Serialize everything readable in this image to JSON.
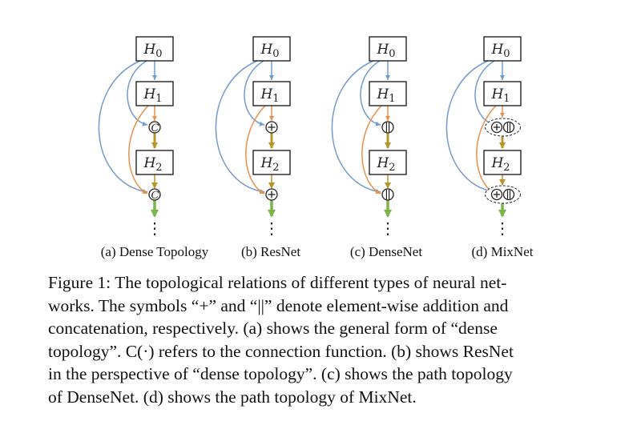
{
  "colors": {
    "blue": "#6f9bd1",
    "orange": "#e8914a",
    "gold": "#b8952a",
    "green": "#7ab648",
    "ink": "#222222"
  },
  "panels": [
    {
      "id": "a",
      "caption": "(a) Dense Topology",
      "operator": "C",
      "mix": false
    },
    {
      "id": "b",
      "caption": "(b) ResNet",
      "operator": "+",
      "mix": false
    },
    {
      "id": "c",
      "caption": "(c) DenseNet",
      "operator": "||",
      "mix": false
    },
    {
      "id": "d",
      "caption": "(d) MixNet",
      "operator": "+||",
      "mix": true
    }
  ],
  "nodes": [
    {
      "base": "H",
      "sub": "0"
    },
    {
      "base": "H",
      "sub": "1"
    },
    {
      "base": "H",
      "sub": "2"
    }
  ],
  "ellipsis": "⋮",
  "caption_lines": [
    "Figure 1: The topological relations of different types of neural net-",
    "works. The symbols “+” and “||” denote element-wise addition and",
    "concatenation, respectively. (a) shows the general form of “dense",
    "topology”. C(·) refers to the connection function. (b) shows ResNet",
    "in the perspective of “dense topology”. (c) shows the path topology",
    "of DenseNet. (d) shows the path topology of MixNet."
  ]
}
